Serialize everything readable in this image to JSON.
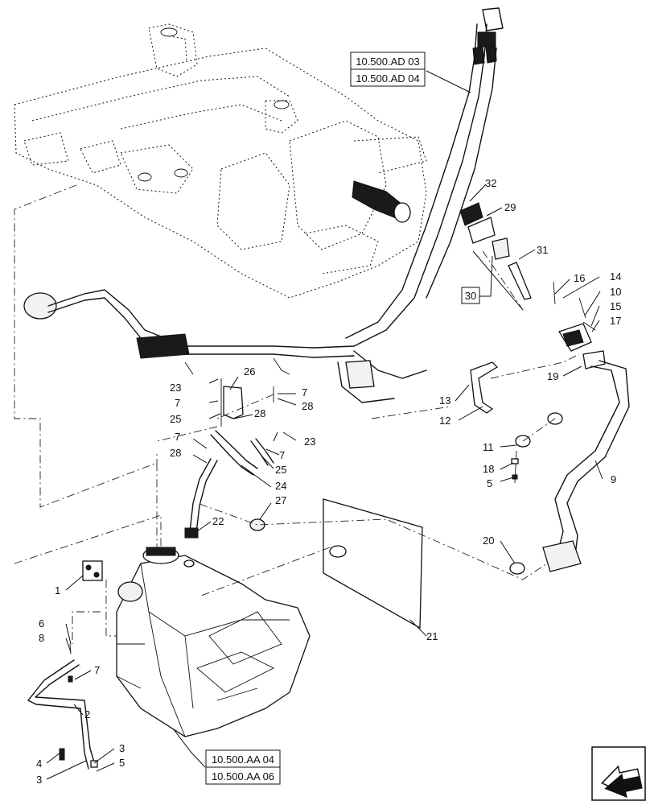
{
  "refs": {
    "ad03": "10.500.AD 03",
    "ad04": "10.500.AD 04",
    "aa04": "10.500.AA 04",
    "aa06": "10.500.AA 06"
  },
  "callouts": {
    "c1": "1",
    "c2": "2",
    "c3a": "3",
    "c3b": "3",
    "c4": "4",
    "c5a": "5",
    "c5b": "5",
    "c6": "6",
    "c7a": "7",
    "c7b": "7",
    "c7c": "7",
    "c7d": "7",
    "c7e": "7",
    "c8": "8",
    "c9": "9",
    "c10": "10",
    "c11": "11",
    "c12": "12",
    "c13": "13",
    "c14": "14",
    "c15": "15",
    "c16": "16",
    "c17": "17",
    "c18": "18",
    "c19": "19",
    "c20": "20",
    "c21": "21",
    "c22": "22",
    "c23a": "23",
    "c23b": "23",
    "c24": "24",
    "c25a": "25",
    "c25b": "25",
    "c26": "26",
    "c27": "27",
    "c28a": "28",
    "c28b": "28",
    "c28c": "28",
    "c29": "29",
    "c30": "30",
    "c31": "31",
    "c32": "32"
  },
  "icons": {
    "nav": "next-page-arrow-icon"
  }
}
